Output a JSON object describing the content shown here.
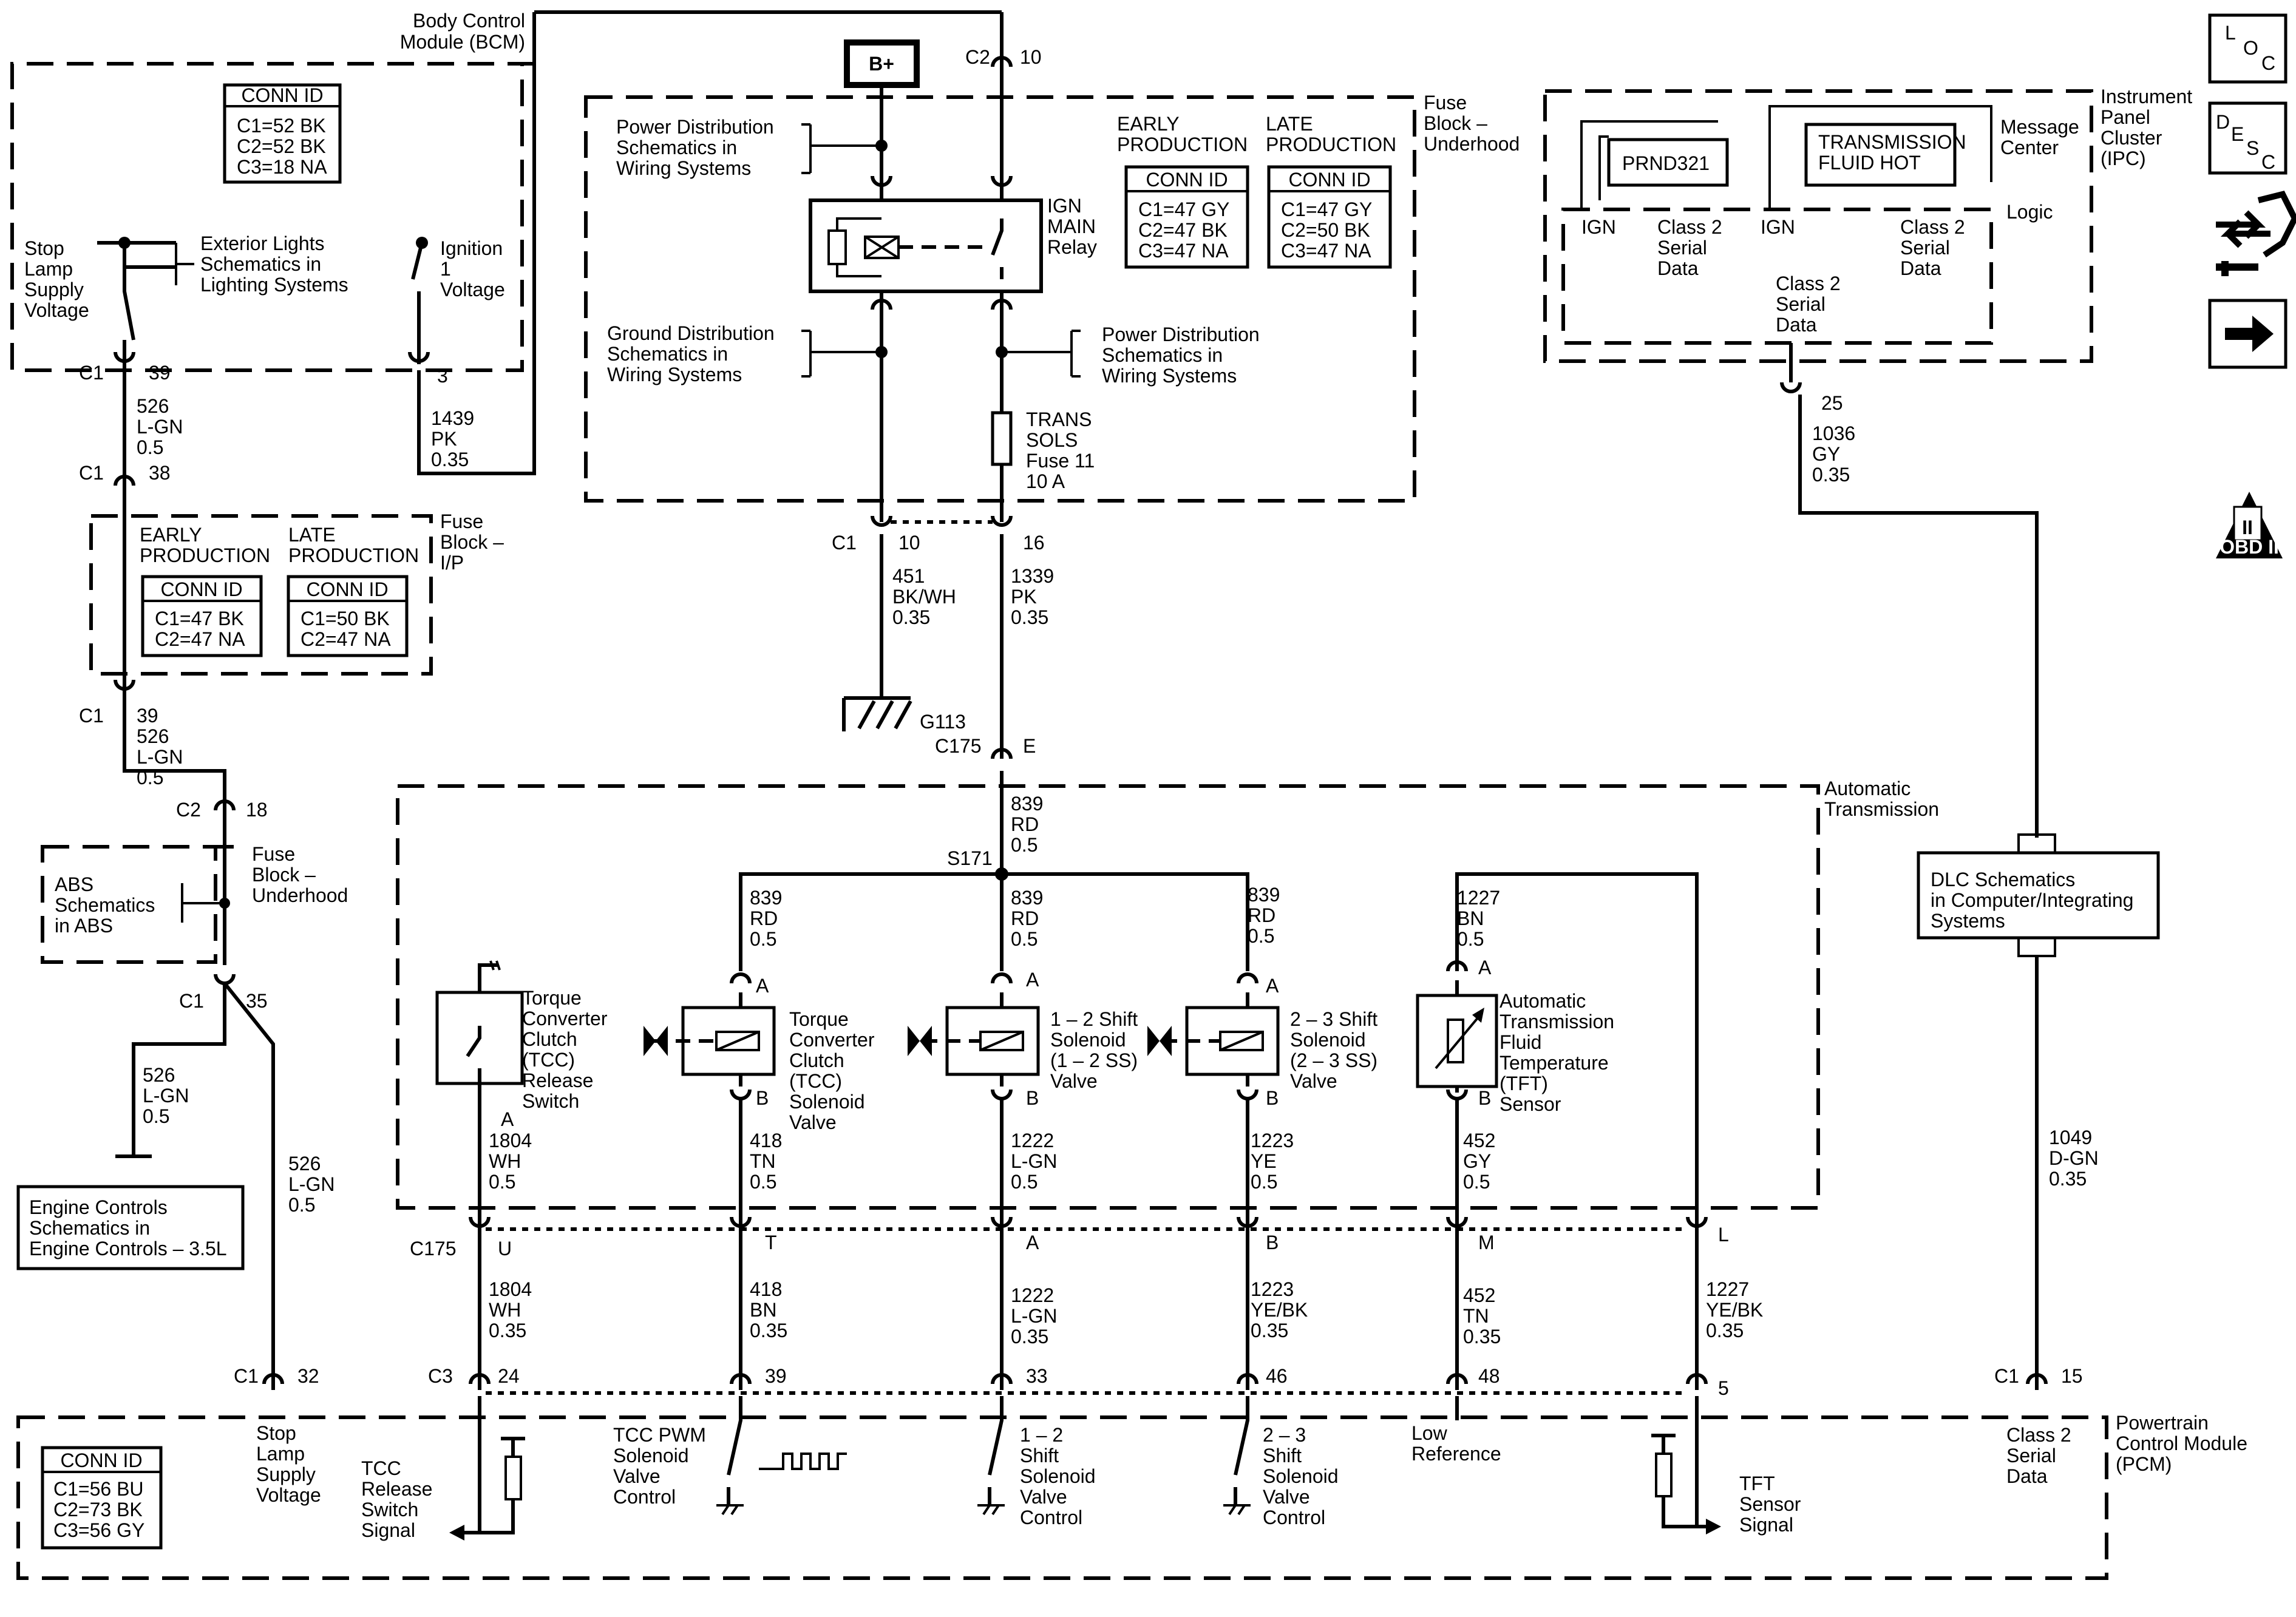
{
  "bcm": {
    "title": [
      "Body Control",
      "Module (BCM)"
    ],
    "conn": [
      "CONN ID",
      "C1=52 BK",
      "C2=52 BK",
      "C3=18 NA"
    ],
    "stop_lamp": [
      "Stop",
      "Lamp",
      "Supply",
      "Voltage"
    ],
    "ext_lights": [
      "Exterior Lights",
      "Schematics in",
      "Lighting Systems"
    ],
    "ignition": [
      "Ignition",
      "1",
      "Voltage"
    ]
  },
  "fuse_ip": {
    "title": [
      "Fuse",
      "Block –",
      "I/P"
    ],
    "early": [
      "EARLY",
      "PRODUCTION"
    ],
    "late": [
      "LATE",
      "PRODUCTION"
    ],
    "conn_early": [
      "CONN ID",
      "C1=47 BK",
      "C2=47 NA"
    ],
    "conn_late": [
      "CONN ID",
      "C1=50 BK",
      "C2=47 NA"
    ]
  },
  "fuse_uh": {
    "title": [
      "Fuse",
      "Block –",
      "Underhood"
    ],
    "battery": "B+",
    "power_dist": [
      "Power Distribution",
      "Schematics in",
      "Wiring Systems"
    ],
    "ground_dist": [
      "Ground Distribution",
      "Schematics in",
      "Wiring Systems"
    ],
    "power_dist2": [
      "Power Distribution",
      "Schematics in",
      "Wiring Systems"
    ],
    "relay": [
      "IGN",
      "MAIN",
      "Relay"
    ],
    "fuse": [
      "TRANS",
      "SOLS",
      "Fuse 11",
      "10 A"
    ],
    "early": [
      "EARLY",
      "PRODUCTION"
    ],
    "late": [
      "LATE",
      "PRODUCTION"
    ],
    "conn_early": [
      "CONN ID",
      "C1=47 GY",
      "C2=47 BK",
      "C3=47 NA"
    ],
    "conn_late": [
      "CONN ID",
      "C1=47 GY",
      "C2=50 BK",
      "C3=47 NA"
    ]
  },
  "fuse_uh2": {
    "title": [
      "Fuse",
      "Block –",
      "Underhood"
    ],
    "abs": [
      "ABS",
      "Schematics",
      "in ABS"
    ]
  },
  "ipc": {
    "title": [
      "Instrument",
      "Panel",
      "Cluster",
      "(IPC)"
    ],
    "prnd": "PRND321",
    "tfh": [
      "TRANSMISSION",
      "FLUID HOT"
    ],
    "message": [
      "Message",
      "Center"
    ],
    "logic": "Logic",
    "ign1": "IGN",
    "ign2": "IGN",
    "class2a": [
      "Class 2",
      "Serial",
      "Data"
    ],
    "class2b": [
      "Class 2",
      "Serial",
      "Data"
    ],
    "class2c": [
      "Class 2",
      "Serial",
      "Data"
    ]
  },
  "dlc": [
    "DLC Schematics",
    "in Computer/Integrating",
    "Systems"
  ],
  "engine": [
    "Engine Controls",
    "Schematics in",
    "Engine Controls – 3.5L"
  ],
  "at": {
    "title": [
      "Automatic",
      "Transmission"
    ],
    "splice": "S171",
    "tcc_switch": [
      "Torque",
      "Converter",
      "Clutch",
      "(TCC)",
      "Release",
      "Switch"
    ],
    "tcc_sol": [
      "Torque",
      "Converter",
      "Clutch",
      "(TCC)",
      "Solenoid",
      "Valve"
    ],
    "ss12": [
      "1 – 2 Shift",
      "Solenoid",
      "(1 – 2 SS)",
      "Valve"
    ],
    "ss23": [
      "2 – 3 Shift",
      "Solenoid",
      "(2 – 3 SS)",
      "Valve"
    ],
    "tft": [
      "Automatic",
      "Transmission",
      "Fluid",
      "Temperature",
      "(TFT)",
      "Sensor"
    ]
  },
  "pcm": {
    "title": [
      "Powertrain",
      "Control Module",
      "(PCM)"
    ],
    "conn": [
      "CONN ID",
      "C1=56 BU",
      "C2=73 BK",
      "C3=56 GY"
    ],
    "stop_lamp": [
      "Stop",
      "Lamp",
      "Supply",
      "Voltage"
    ],
    "tcc_release": [
      "TCC",
      "Release",
      "Switch",
      "Signal"
    ],
    "tcc_pwm": [
      "TCC PWM",
      "Solenoid",
      "Valve",
      "Control"
    ],
    "ss12": [
      "1 – 2",
      "Shift",
      "Solenoid",
      "Valve",
      "Control"
    ],
    "ss23": [
      "2 – 3",
      "Shift",
      "Solenoid",
      "Valve",
      "Control"
    ],
    "low_ref": [
      "Low",
      "Reference"
    ],
    "tft_signal": [
      "TFT",
      "Sensor",
      "Signal"
    ],
    "class2": [
      "Class 2",
      "Serial",
      "Data"
    ]
  },
  "ground": "G113",
  "side_icons": {
    "loc": [
      "L",
      "O",
      "C"
    ],
    "desc": [
      "D",
      "E",
      "S",
      "C"
    ],
    "obd": "OBD II",
    "obd_mark": "II"
  },
  "connectors": [
    {
      "id": "c1-39-top",
      "text": "C1"
    },
    {
      "id": "c1-39-top-pin",
      "text": "39"
    },
    {
      "id": "bcm-pin3",
      "text": "3"
    },
    {
      "id": "c1-38",
      "text": "C1"
    },
    {
      "id": "c1-38-pin",
      "text": "38"
    },
    {
      "id": "c1-39b",
      "text": "C1"
    },
    {
      "id": "c1-39b-pin",
      "text": "39"
    },
    {
      "id": "c2-18",
      "text": "C2"
    },
    {
      "id": "c2-18-pin",
      "text": "18"
    },
    {
      "id": "c1-35",
      "text": "C1"
    },
    {
      "id": "c1-35-pin",
      "text": "35"
    },
    {
      "id": "c2-10",
      "text": "C2"
    },
    {
      "id": "c2-10-pin",
      "text": "10"
    },
    {
      "id": "c1-10",
      "text": "C1"
    },
    {
      "id": "c1-10-pin",
      "text": "10"
    },
    {
      "id": "c1-16-pin",
      "text": "16"
    },
    {
      "id": "c175",
      "text": "C175"
    },
    {
      "id": "c175-e",
      "text": "E"
    },
    {
      "id": "ipc-25",
      "text": "25"
    },
    {
      "id": "c175b",
      "text": "C175"
    },
    {
      "id": "c3",
      "text": "C3"
    },
    {
      "id": "pcm-c1-32",
      "text": "C1"
    },
    {
      "id": "pcm-32",
      "text": "32"
    },
    {
      "id": "pcm-c1-15",
      "text": "C1"
    },
    {
      "id": "pcm-15",
      "text": "15"
    }
  ],
  "wires": {
    "w526a": [
      "526",
      "L-GN",
      "0.5"
    ],
    "w1439": [
      "1439",
      "PK",
      "0.35"
    ],
    "w526b": [
      "526",
      "L-GN",
      "0.5"
    ],
    "w526c": [
      "526",
      "L-GN",
      "0.5"
    ],
    "w526d": [
      "526",
      "L-GN",
      "0.5"
    ],
    "w451": [
      "451",
      "BK/WH",
      "0.35"
    ],
    "w1339": [
      "1339",
      "PK",
      "0.35"
    ],
    "w839": [
      "839",
      "RD",
      "0.5"
    ],
    "w839a": [
      "839",
      "RD",
      "0.5"
    ],
    "w839b": [
      "839",
      "RD",
      "0.5"
    ],
    "w839c": [
      "839",
      "RD",
      "0.5"
    ],
    "w1227a": [
      "1227",
      "BN",
      "0.5"
    ],
    "w1804a": [
      "1804",
      "WH",
      "0.5"
    ],
    "w418a": [
      "418",
      "TN",
      "0.5"
    ],
    "w1222a": [
      "1222",
      "L-GN",
      "0.5"
    ],
    "w1223a": [
      "1223",
      "YE",
      "0.5"
    ],
    "w452a": [
      "452",
      "GY",
      "0.5"
    ],
    "w1804b": [
      "1804",
      "WH",
      "0.35"
    ],
    "w418b": [
      "418",
      "BN",
      "0.35"
    ],
    "w1222b": [
      "1222",
      "L-GN",
      "0.35"
    ],
    "w1223b": [
      "1223",
      "YE/BK",
      "0.35"
    ],
    "w452b": [
      "452",
      "TN",
      "0.35"
    ],
    "w1227b": [
      "1227",
      "YE/BK",
      "0.35"
    ],
    "w1036": [
      "1036",
      "GY",
      "0.35"
    ],
    "w1049": [
      "1049",
      "D-GN",
      "0.35"
    ]
  },
  "pins": {
    "top": [
      "A",
      "A",
      "A",
      "A"
    ],
    "bot": [
      "A",
      "B",
      "B",
      "B",
      "B"
    ],
    "c175": [
      "U",
      "T",
      "A",
      "B",
      "M",
      "L"
    ],
    "c3": [
      "24",
      "39",
      "33",
      "46",
      "48",
      "5"
    ]
  }
}
